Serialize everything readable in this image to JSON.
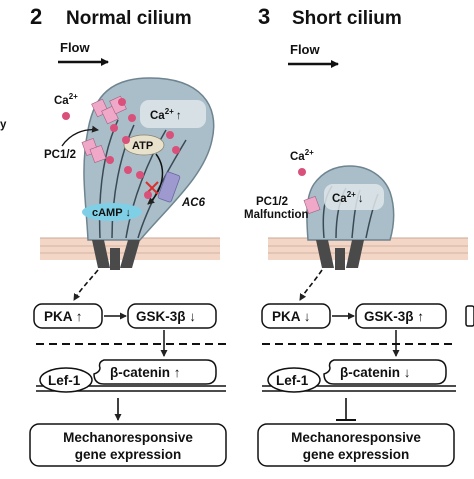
{
  "panels": [
    {
      "number": "2",
      "title": "Normal cilium",
      "flow": "Flow",
      "ca_outside": "Ca",
      "ca_outside_sup": "2+",
      "ca_inside": "Ca",
      "ca_inside_sup": "2+",
      "ca_inside_arrow": "↑",
      "pc": "PC1/2",
      "atp": "ATP",
      "ac6": "AC6",
      "camp": "cAMP ↓",
      "pka": "PKA ↑",
      "gsk": "GSK-3β ↓",
      "lef": "Lef-1",
      "bcat": "β-catenin ↑",
      "gene_line1": "Mechanoresponsive",
      "gene_line2": "gene expression"
    },
    {
      "number": "3",
      "title": "Short cilium",
      "flow": "Flow",
      "ca_outside": "Ca",
      "ca_outside_sup": "2+",
      "ca_inside": "Ca",
      "ca_inside_sup": "2+",
      "ca_inside_arrow": "↓",
      "pc": "PC1/2",
      "pc_line2": "Malfunction",
      "pka": "PKA ↓",
      "gsk": "GSK-3β ↑",
      "lef": "Lef-1",
      "bcat": "β-catenin ↓",
      "gene_line1": "Mechanoresponsive",
      "gene_line2": "gene expression"
    }
  ],
  "colors": {
    "cilium": "#a9bec8",
    "calcium_dot": "#d9507a",
    "channel": "#f0a8c8",
    "membrane": "#f3d6c6",
    "ac6": "#9e9ad0",
    "camp": "#7fd0e6",
    "atp": "#e8e2cc",
    "inhibit_x": "#d93030"
  }
}
